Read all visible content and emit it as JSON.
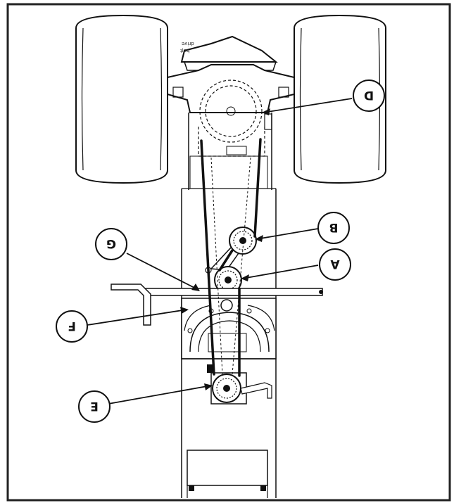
{
  "diagram": {
    "callouts": {
      "a": "A",
      "b": "B",
      "d": "D",
      "e": "E",
      "f": "F",
      "g": "G"
    },
    "decal_line1": "ǝʌᴉɹp",
    "decal_line2": "ʇlǝq"
  },
  "colors": {
    "ink": "#111111",
    "paper": "#ffffff",
    "frame": "#222222"
  }
}
